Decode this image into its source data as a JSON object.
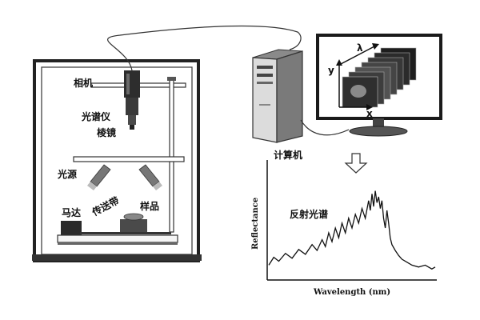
{
  "labels": {
    "camera": "相机",
    "spectrometer": "光谱仪",
    "prism": "棱镜",
    "light_source": "光源",
    "motor": "马达",
    "conveyor": "传送带",
    "sample": "样品",
    "computer": "计算机",
    "reflectance_spectrum": "反射光谱"
  },
  "monitor": {
    "axis_y": "y",
    "axis_x": "x",
    "axis_lambda": "λ"
  },
  "chart_data": {
    "type": "line",
    "title": "",
    "xlabel": "Wavelength (nm)",
    "ylabel": "Reflectance",
    "annotation": "反射光谱",
    "grid": false,
    "x": [
      0,
      3,
      6,
      10,
      14,
      18,
      22,
      26,
      29,
      32,
      34,
      36,
      38,
      40,
      42,
      44,
      46,
      48,
      50,
      52,
      54,
      56,
      58,
      60,
      61,
      62,
      63,
      64,
      65,
      66,
      67,
      68,
      69,
      70,
      71,
      72,
      73,
      74,
      76,
      78,
      80,
      83,
      86,
      90,
      94,
      98,
      100
    ],
    "y": [
      0.12,
      0.2,
      0.16,
      0.24,
      0.19,
      0.28,
      0.23,
      0.33,
      0.27,
      0.38,
      0.31,
      0.45,
      0.36,
      0.5,
      0.4,
      0.55,
      0.45,
      0.6,
      0.5,
      0.64,
      0.55,
      0.7,
      0.6,
      0.78,
      0.68,
      0.85,
      0.72,
      0.88,
      0.76,
      0.82,
      0.7,
      0.78,
      0.6,
      0.5,
      0.68,
      0.55,
      0.4,
      0.33,
      0.27,
      0.22,
      0.18,
      0.15,
      0.12,
      0.1,
      0.12,
      0.08,
      0.1
    ],
    "xlim": [
      0,
      100
    ],
    "ylim": [
      0,
      1
    ]
  }
}
